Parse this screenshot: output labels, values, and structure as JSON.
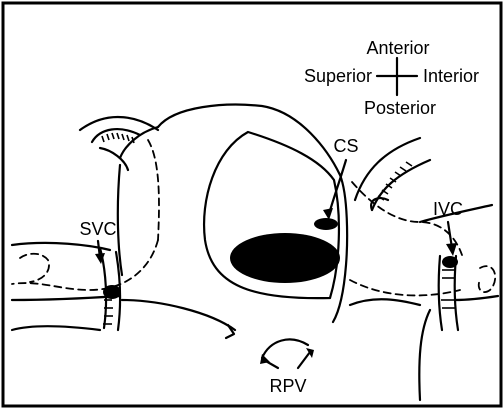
{
  "orientation": {
    "top": "Anterior",
    "left": "Superior",
    "right": "Interior",
    "bottom": "Posterior"
  },
  "labels": {
    "svc": "SVC",
    "ivc": "IVC",
    "cs": "CS",
    "rpv": "RPV"
  },
  "colors": {
    "ink": "#000000",
    "background": "#ffffff"
  }
}
